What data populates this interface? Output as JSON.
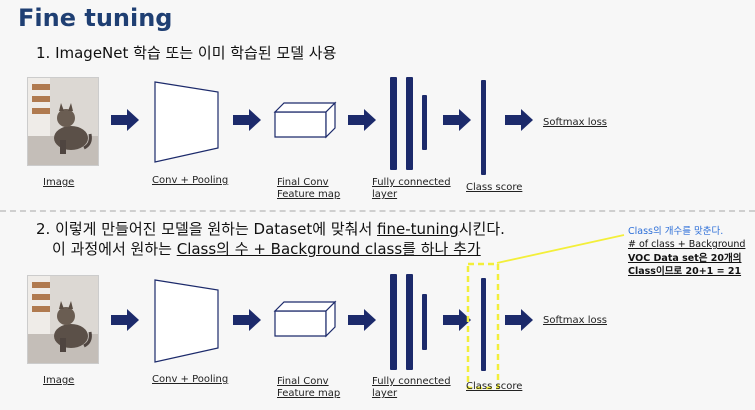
{
  "title": "Fine tuning",
  "step1": {
    "text": "1. ImageNet 학습 또는 이미 학습된 모델 사용"
  },
  "step2": {
    "prefix": "2. 이렇게 만들어진 모델을 원하는 Dataset에 맞춰서 ",
    "highlight": "fine-tuning",
    "suffix": "시킨다.",
    "line2_prefix": "이 과정에서 원하는 ",
    "line2_highlight": "Class의 수 + Background class를 하나 추가"
  },
  "labels": {
    "image": "Image",
    "conv": "Conv + Pooling",
    "feature_line1": "Final Conv",
    "feature_line2": "Feature map",
    "fc_line1": "Fully connected",
    "fc_line2": "layer",
    "class_score": "Class score",
    "softmax": "Softmax loss"
  },
  "annotation": {
    "line1": "Class의 개수를 맞춘다.",
    "line2": "# of class + Background",
    "line3": "VOC Data set은 20개의",
    "line4": "Class이므로 20+1 = 21"
  },
  "colors": {
    "navy": "#1c2a6b",
    "title": "#1f3f73",
    "highlight_box": "#f3ef3a",
    "annotation_text": "#2d6fd8",
    "arrow": "#1c2a6b",
    "divider": "#cfcfcf",
    "trapezoid_stroke": "#1c2a6b"
  },
  "icons": [
    "cat-photo",
    "right-arrow",
    "trapezoid",
    "feature-cube",
    "fc-bars",
    "class-score-bar"
  ]
}
